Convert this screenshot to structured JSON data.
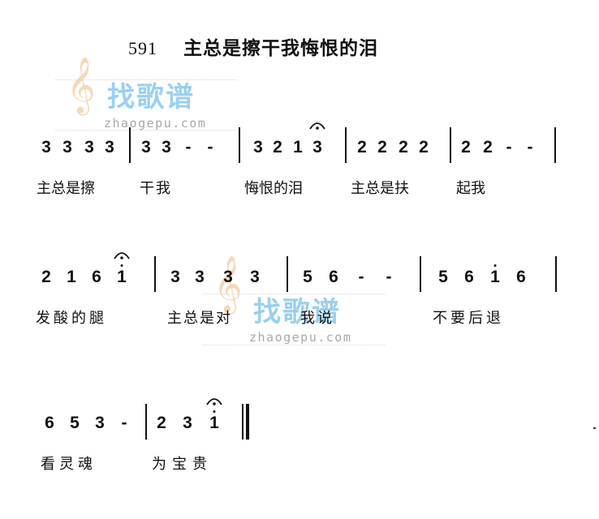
{
  "title": {
    "number": "591",
    "name": "主总是擦干我悔恨的泪"
  },
  "watermark": {
    "clef": "𝄞",
    "name": "找歌谱",
    "url": "zhaogepu.com"
  },
  "rows": [
    {
      "notes": [
        "3",
        "3",
        "3",
        "3",
        "3",
        "3",
        "-",
        "-",
        "3",
        "2",
        "1",
        "3",
        "2",
        "2",
        "2",
        "2",
        "2",
        "2",
        "-",
        "-"
      ],
      "lyrics": [
        "主总是擦",
        "干我",
        "悔恨的泪",
        "主总是扶",
        "起我"
      ]
    },
    {
      "notes": [
        "2",
        "1",
        "6",
        "1",
        "3",
        "3",
        "3",
        "3",
        "5",
        "6",
        "-",
        "-",
        "5",
        "6",
        "1",
        "6"
      ],
      "lyrics": [
        "发酸的腿",
        "主总是对",
        "我说",
        "不要后退"
      ]
    },
    {
      "notes": [
        "6",
        "5",
        "3",
        "-",
        "2",
        "3",
        "1"
      ],
      "lyrics": [
        "看灵魂",
        "为宝贵"
      ]
    }
  ]
}
